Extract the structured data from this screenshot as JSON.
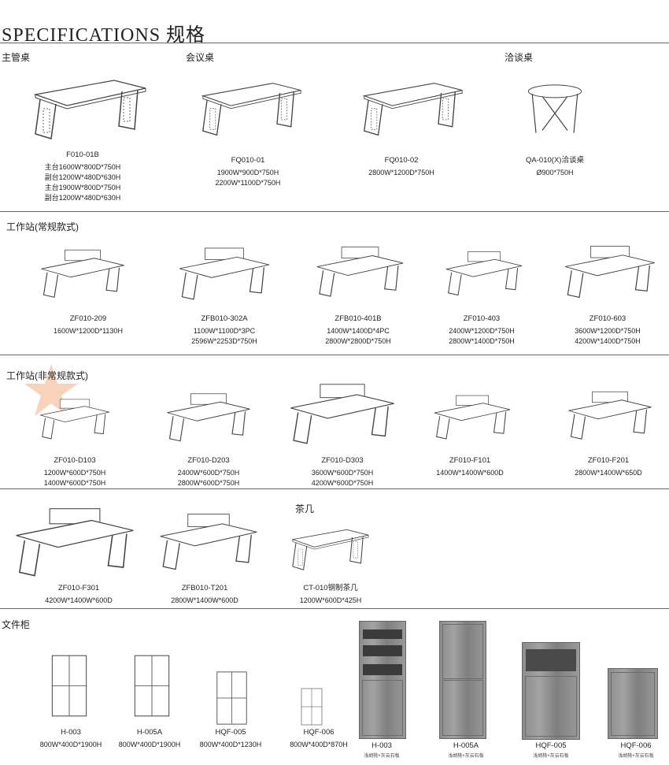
{
  "title": "SPECIFICATIONS 规格",
  "sections": {
    "manager": "主管桌",
    "meeting": "会议桌",
    "negotiation": "洽谈桌",
    "workstation_regular": "工作站(常规款式)",
    "workstation_irregular": "工作站(非常规款式)",
    "tea_table": "茶几",
    "file_cabinet": "文件柜"
  },
  "items": [
    {
      "code": "F010-01B",
      "specs": [
        "主台1600W*800D*750H",
        "副台1200W*480D*630H",
        "主台1900W*800D*750H",
        "副台1200W*480D*630H"
      ]
    },
    {
      "code": "FQ010-01",
      "specs": [
        "1900W*900D*750H",
        "2200W*1100D*750H"
      ]
    },
    {
      "code": "FQ010-02",
      "specs": [
        "2800W*1200D*750H"
      ]
    },
    {
      "code": "QA-010(X)洽谈桌",
      "specs": [
        "Ø900*750H"
      ]
    },
    {
      "code": "ZF010-209",
      "specs": [
        "1600W*1200D*1130H"
      ]
    },
    {
      "code": "ZFB010-302A",
      "specs": [
        "1100W*1100D*3PC",
        "2596W*2253D*750H"
      ]
    },
    {
      "code": "ZFB010-401B",
      "specs": [
        "1400W*1400D*4PC",
        "2800W*2800D*750H"
      ]
    },
    {
      "code": "ZF010-403",
      "specs": [
        "2400W*1200D*750H",
        "2800W*1400D*750H"
      ]
    },
    {
      "code": "ZF010-603",
      "specs": [
        "3600W*1200D*750H",
        "4200W*1400D*750H"
      ]
    },
    {
      "code": "ZF010-D103",
      "specs": [
        "1200W*600D*750H",
        "1400W*600D*750H"
      ]
    },
    {
      "code": "ZF010-D203",
      "specs": [
        "2400W*600D*750H",
        "2800W*600D*750H"
      ]
    },
    {
      "code": "ZF010-D303",
      "specs": [
        "3600W*600D*750H",
        "4200W*600D*750H"
      ]
    },
    {
      "code": "ZF010-F101",
      "specs": [
        "1400W*1400W*600D"
      ]
    },
    {
      "code": "ZF010-F201",
      "specs": [
        "2800W*1400W*650D"
      ]
    },
    {
      "code": "ZF010-F301",
      "specs": [
        "4200W*1400W*600D"
      ]
    },
    {
      "code": "ZFB010-T201",
      "specs": [
        "2800W*1400W*600D"
      ]
    },
    {
      "code": "CT-010钢制茶几",
      "specs": [
        "1200W*600D*425H"
      ]
    },
    {
      "code": "H-003",
      "specs": [
        "800W*400D*1900H"
      ]
    },
    {
      "code": "H-005A",
      "specs": [
        "800W*400D*1900H"
      ]
    },
    {
      "code": "HQF-005",
      "specs": [
        "800W*400D*1230H"
      ]
    },
    {
      "code": "HQF-006",
      "specs": [
        "800W*400D*870H"
      ]
    },
    {
      "code": "H-003",
      "specs": [
        "浅胡桃+灰云石板"
      ]
    },
    {
      "code": "H-005A",
      "specs": [
        "浅胡桃+灰云石板"
      ]
    },
    {
      "code": "HQF-005",
      "specs": [
        "浅胡桃+灰云石板"
      ]
    },
    {
      "code": "HQF-006",
      "specs": [
        "浅胡桃+灰云石板"
      ]
    }
  ]
}
